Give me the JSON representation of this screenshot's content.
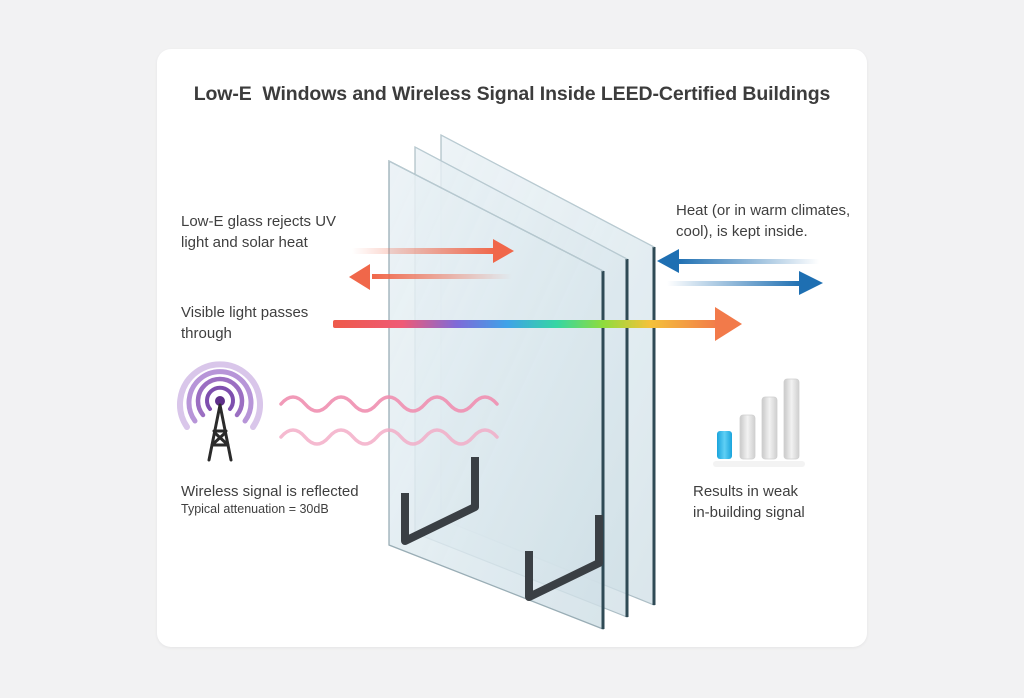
{
  "title": "Low-E  Windows and Wireless Signal Inside LEED-Certified Buildings",
  "labels": {
    "uv_line1": "Low-E glass rejects UV",
    "uv_line2": "light and solar heat",
    "visible_line1": "Visible light passes",
    "visible_line2": "through",
    "wireless_line1": "Wireless signal is reflected",
    "wireless_line2": "Typical attenuation = 30dB",
    "heat_line1": "Heat (or in warm climates,",
    "heat_line2": "cool), is kept inside.",
    "result_line1": "Results in weak",
    "result_line2": "in-building signal"
  },
  "colors": {
    "rejected_arrow": "#f0674a",
    "heat_arrow": "#1e6fb2",
    "wave": "#f08fb0",
    "tower_rings": "#9b6fc2",
    "signal_active_bar": "#2bb5e8",
    "signal_inactive_bar": "#d8d8d8",
    "glass": "#dceaf0"
  },
  "icons": {
    "tower": "radio-tower-icon",
    "signal": "signal-strength-icon"
  },
  "signal_strength": {
    "active_bars": 1,
    "total_bars": 4
  }
}
